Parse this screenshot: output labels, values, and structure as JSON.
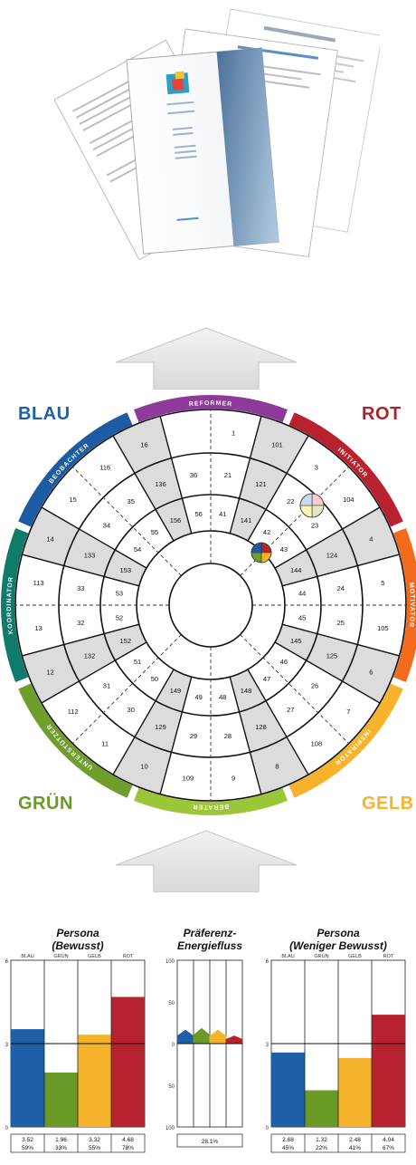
{
  "corners": {
    "blau": {
      "label": "BLAU",
      "color": "#1f5fa8"
    },
    "rot": {
      "label": "ROT",
      "color": "#a9242a"
    },
    "gruen": {
      "label": "GRÜN",
      "color": "#6a9a26"
    },
    "gelb": {
      "label": "GELB",
      "color": "#f6b42c"
    }
  },
  "wheel": {
    "segments": [
      {
        "label": "REFORMER",
        "color": "#8e3a9b"
      },
      {
        "label": "INITIATOR",
        "color": "#b8222e"
      },
      {
        "label": "MOTIVATOR",
        "color": "#f26a1b"
      },
      {
        "label": "INSPIRATOR",
        "color": "#f7b32b"
      },
      {
        "label": "BERATER",
        "color": "#9bc637"
      },
      {
        "label": "UNTERSTÜTZER",
        "color": "#6f9e2c"
      },
      {
        "label": "KOORDINATOR",
        "color": "#0f7b6b"
      },
      {
        "label": "BEOBACHTER",
        "color": "#1d5ba5"
      }
    ],
    "ring_outer": [
      "1",
      "101",
      "3",
      "104",
      "4",
      "5",
      "105",
      "6",
      "7",
      "108",
      "8",
      "9",
      "109",
      "10",
      "11",
      "112",
      "12",
      "13",
      "113",
      "14",
      "15",
      "116",
      "16"
    ],
    "ring_mid": [
      "21",
      "121",
      "22",
      "23",
      "124",
      "24",
      "25",
      "125",
      "26",
      "27",
      "128",
      "28",
      "29",
      "129",
      "30",
      "31",
      "132",
      "32",
      "33",
      "133",
      "34",
      "35",
      "136",
      "36"
    ],
    "ring_inner": [
      "41",
      "141",
      "42",
      "43",
      "144",
      "44",
      "45",
      "145",
      "46",
      "47",
      "148",
      "48",
      "49",
      "149",
      "50",
      "51",
      "152",
      "52",
      "53",
      "153",
      "54",
      "55",
      "156",
      "56"
    ]
  },
  "charts": {
    "left": {
      "title_line1": "Persona",
      "title_line2": "(Bewusst)",
      "columns": [
        "BLAU",
        "GRÜN",
        "GELB",
        "ROT"
      ],
      "axis_labels": [
        "6",
        "3",
        "0"
      ],
      "values": [
        3.52,
        1.96,
        3.32,
        4.68
      ],
      "percents": [
        "59%",
        "33%",
        "55%",
        "78%"
      ],
      "value_labels": [
        "3.52",
        "1.96",
        "3.32",
        "4.68"
      ]
    },
    "middle": {
      "title_line1": "Präferenz-",
      "title_line2": "Energiefluss",
      "axis_labels": [
        "100",
        "50",
        "0",
        "50",
        "100"
      ],
      "flow": [
        16,
        18,
        16,
        9
      ],
      "footer": "28.1%"
    },
    "right": {
      "title_line1": "Persona",
      "title_line2": "(Weniger Bewusst)",
      "columns": [
        "BLAU",
        "GRÜN",
        "GELB",
        "ROT"
      ],
      "axis_labels": [
        "6",
        "3",
        "0"
      ],
      "values": [
        2.68,
        1.32,
        2.48,
        4.04
      ],
      "percents": [
        "45%",
        "22%",
        "41%",
        "67%"
      ],
      "value_labels": [
        "2.68",
        "1.32",
        "2.48",
        "4.04"
      ]
    },
    "colors": [
      "#1f5fa8",
      "#6a9a26",
      "#f6b42c",
      "#b8222e"
    ]
  }
}
